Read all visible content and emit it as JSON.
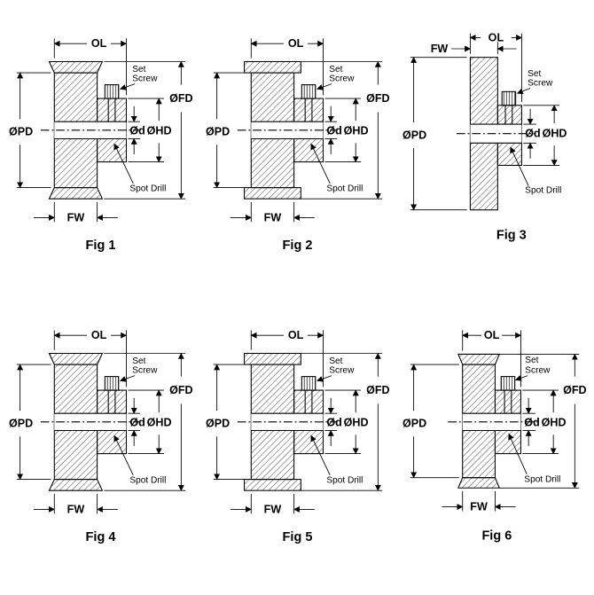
{
  "page": {
    "background": "#ffffff"
  },
  "labels": {
    "ol": "OL",
    "fw": "FW",
    "pd": "ØPD",
    "fd": "ØFD",
    "d": "Ød",
    "hd": "ØHD",
    "set_screw_l1": "Set",
    "set_screw_l2": "Screw",
    "spot_drill": "Spot Drill"
  },
  "figures": [
    {
      "label": "Fig 1"
    },
    {
      "label": "Fig 2"
    },
    {
      "label": "Fig 3"
    },
    {
      "label": "Fig 4"
    },
    {
      "label": "Fig 5"
    },
    {
      "label": "Fig 6"
    }
  ],
  "colors": {
    "line": "#000000",
    "text": "#000000",
    "figure_label": "#1414cc"
  }
}
